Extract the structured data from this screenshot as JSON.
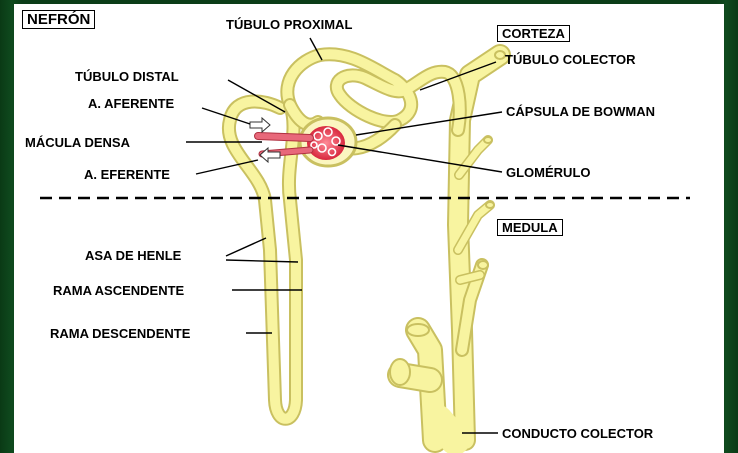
{
  "diagram": {
    "title": "NEFRÓN",
    "regions": {
      "top": "CORTEZA",
      "bottom": "MEDULA"
    },
    "labels": {
      "proximal_tubule": "TÚBULO PROXIMAL",
      "distal_tubule": "TÚBULO DISTAL",
      "afferent": "A. AFERENTE",
      "macula_densa": "MÁCULA DENSA",
      "efferent": "A. EFERENTE",
      "collecting_tubule": "TÚBULO COLECTOR",
      "bowman_capsule": "CÁPSULA DE BOWMAN",
      "glomerulus": "GLOMÉRULO",
      "loop_of_henle": "ASA DE HENLE",
      "ascending_limb": "RAMA ASCENDENTE",
      "descending_limb": "RAMA DESCENDENTE",
      "collecting_duct": "CONDUCTO COLECTOR"
    },
    "colors": {
      "tubule_fill": "#f8f4a0",
      "tubule_outline": "#c9c060",
      "glomerulus": "#e8455a",
      "arteriole": "#e8687a",
      "background": "#0b3d18"
    }
  }
}
